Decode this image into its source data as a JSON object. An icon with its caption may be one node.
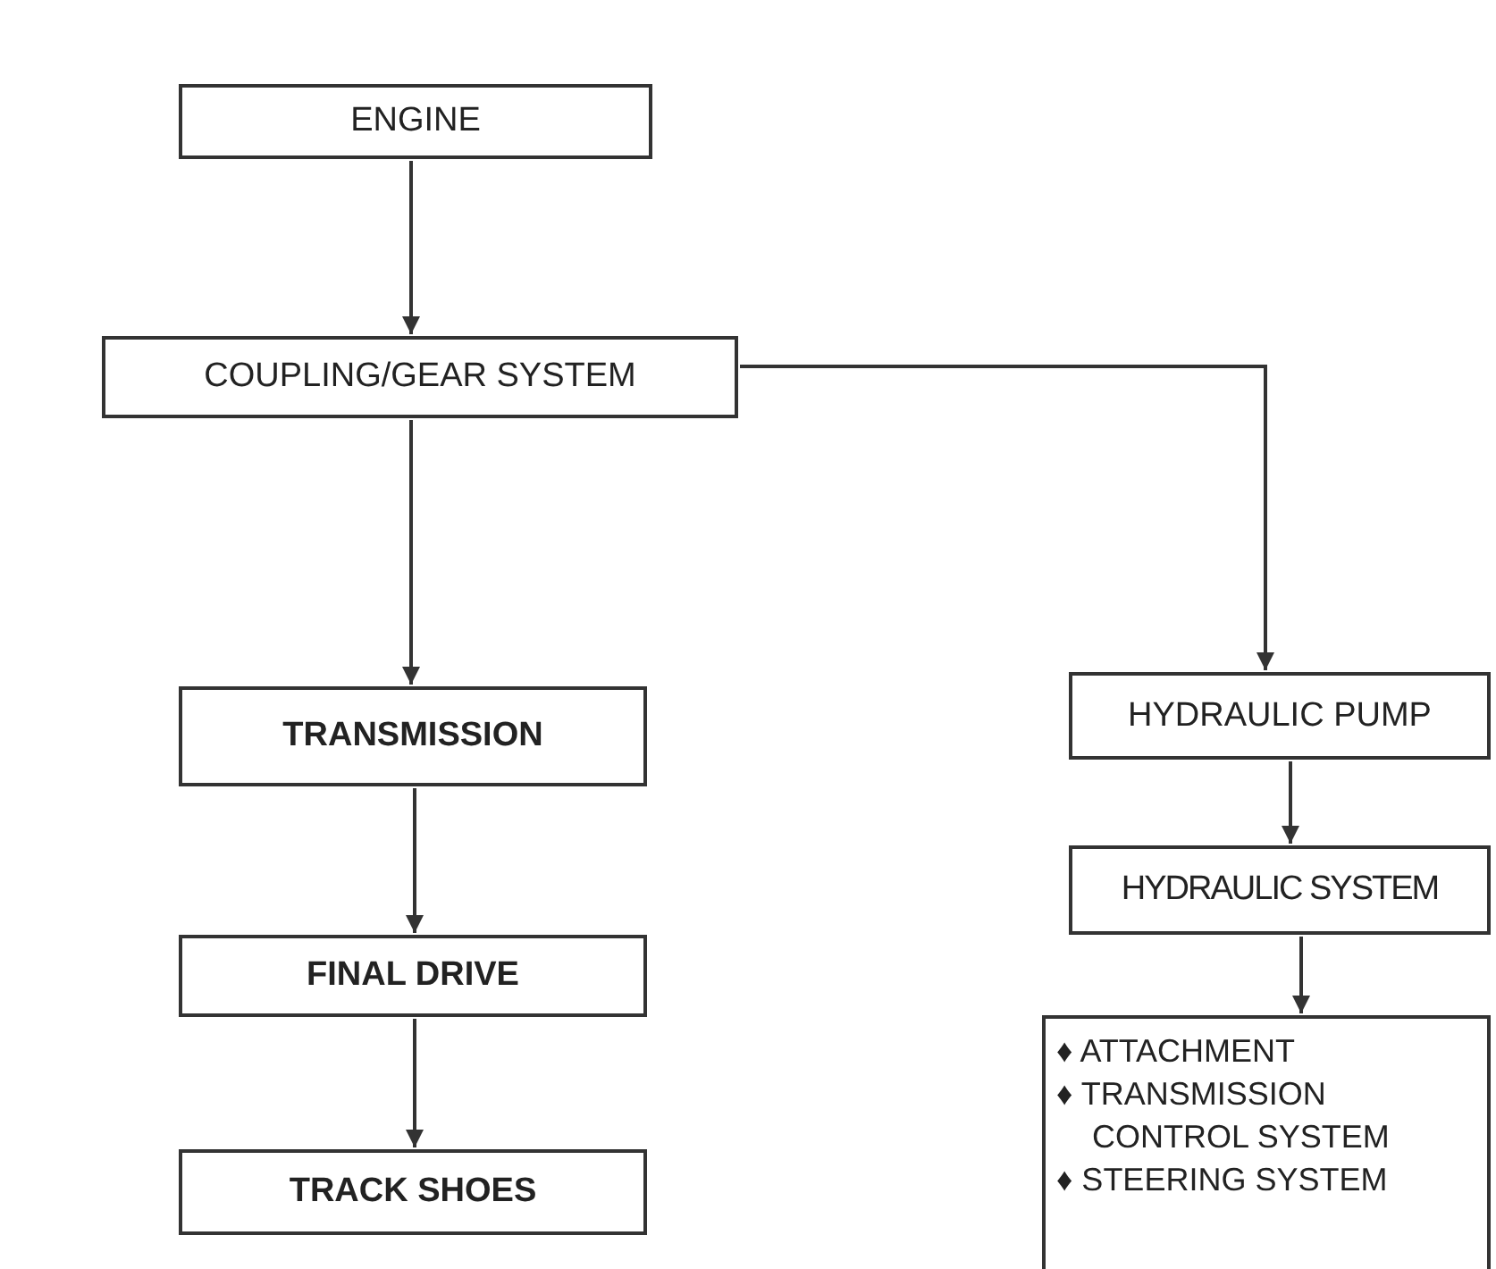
{
  "diagram": {
    "nodes": [
      {
        "text": [
          "ENGINE"
        ]
      },
      {
        "text": [
          "COUPLING/GEAR SYSTEM"
        ]
      },
      {
        "text": [
          "TRANSMISSION"
        ]
      },
      {
        "text": [
          "FINAL DRIVE"
        ]
      },
      {
        "text": [
          "TRACK SHOES"
        ]
      },
      {
        "text": [
          "HYDRAULIC PUMP"
        ]
      },
      {
        "text": [
          "HYDRAULIC SYSTEM"
        ]
      },
      {
        "text": [
          "♦ ATTACHMENT",
          "♦ TRANSMISSION CONTROL SYSTEM",
          "♦ STEERING SYSTEM"
        ]
      }
    ],
    "edges": [
      {
        "from": 0,
        "to": 1,
        "arrow": "to"
      },
      {
        "from": 1,
        "to": 2,
        "arrow": "to"
      },
      {
        "from": 2,
        "to": 3,
        "arrow": "to"
      },
      {
        "from": 3,
        "to": 4,
        "arrow": "to"
      },
      {
        "from": 1,
        "to": 5,
        "arrow": "to"
      },
      {
        "from": 5,
        "to": 6,
        "arrow": "to"
      },
      {
        "from": 6,
        "to": 7,
        "arrow": "to"
      }
    ]
  }
}
